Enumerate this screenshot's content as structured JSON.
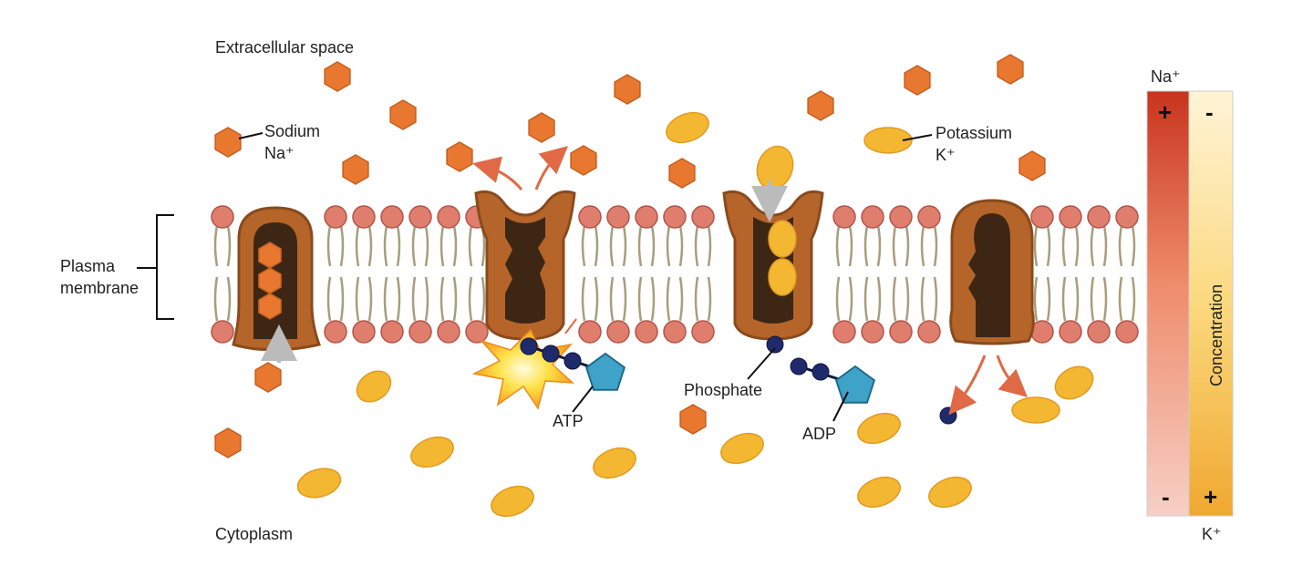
{
  "labels": {
    "extracellular": "Extracellular space",
    "cytoplasm": "Cytoplasm",
    "plasma_line1": "Plasma",
    "plasma_line2": "membrane",
    "sodium_line1": "Sodium",
    "sodium_line2": "Na⁺",
    "potassium_line1": "Potassium",
    "potassium_line2": "K⁺",
    "atp": "ATP",
    "adp": "ADP",
    "phosphate": "Phosphate"
  },
  "gradient": {
    "na_label": "Na⁺",
    "k_label": "K⁺",
    "concentration": "Concentration",
    "na_high": "+",
    "na_low": "-",
    "k_high": "+",
    "k_low": "-"
  },
  "colors": {
    "sodium": "#E8782F",
    "potassium": "#F4B731",
    "protein": "#B5652A",
    "protein_core": "#3D2714",
    "lipid_head": "#E07E6E",
    "phosphate": "#1F2A6B",
    "adenosine": "#3FA2C8",
    "na_bar_top": "#C8341E",
    "na_bar_bottom": "#F7CFC5",
    "k_bar_top": "#FFF4D6",
    "k_bar_bottom": "#F0A830"
  },
  "icons": {
    "sodium": "hexagon",
    "potassium": "ellipse",
    "phosphate": "dot",
    "adenosine": "pentagon"
  }
}
